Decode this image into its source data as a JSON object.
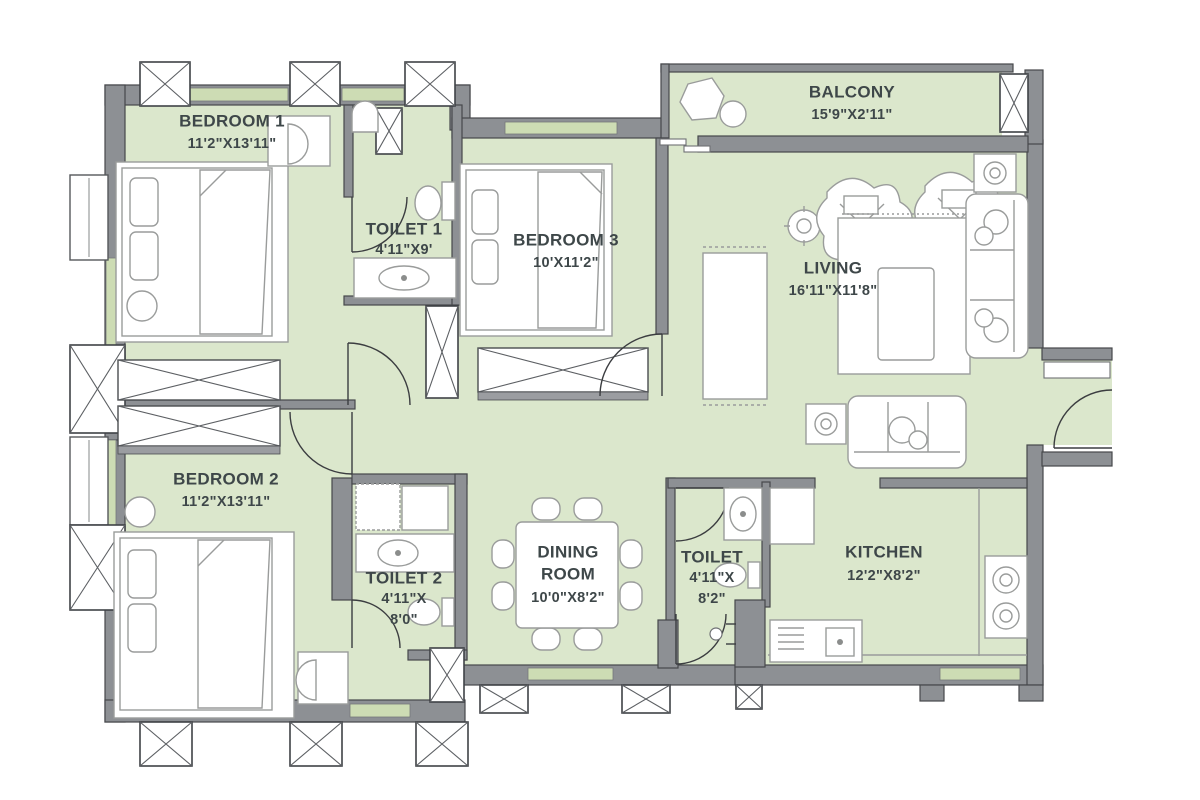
{
  "plan": {
    "type": "apartment-floor-plan",
    "colors": {
      "floor_green": "#dbe7cc",
      "window_green": "#cddcb4",
      "wall_gray": "#8d9094",
      "furniture_outline": "#9a9c9b",
      "label_text": "#3e4749"
    },
    "rooms": [
      {
        "id": "bedroom1",
        "name": "BEDROOM 1",
        "size": "11'2\"X13'11\""
      },
      {
        "id": "toilet1",
        "name": "TOILET 1",
        "size": "4'11\"X9'"
      },
      {
        "id": "bedroom3",
        "name": "BEDROOM 3",
        "size": "10'X11'2\""
      },
      {
        "id": "balcony",
        "name": "BALCONY",
        "size": "15'9\"X2'11\""
      },
      {
        "id": "living",
        "name": "LIVING",
        "size": "16'11\"X11'8\""
      },
      {
        "id": "bedroom2",
        "name": "BEDROOM 2",
        "size": "11'2\"X13'11\""
      },
      {
        "id": "toilet2",
        "name": "TOILET 2",
        "size_line1": "4'11\"X",
        "size_line2": "8'0\""
      },
      {
        "id": "dining",
        "name_line1": "DINING",
        "name_line2": "ROOM",
        "size": "10'0\"X8'2\""
      },
      {
        "id": "toilet3",
        "name": "TOILET",
        "size_line1": "4'11\"X",
        "size_line2": "8'2\""
      },
      {
        "id": "kitchen",
        "name": "KITCHEN",
        "size": "12'2\"X8'2\""
      }
    ]
  }
}
